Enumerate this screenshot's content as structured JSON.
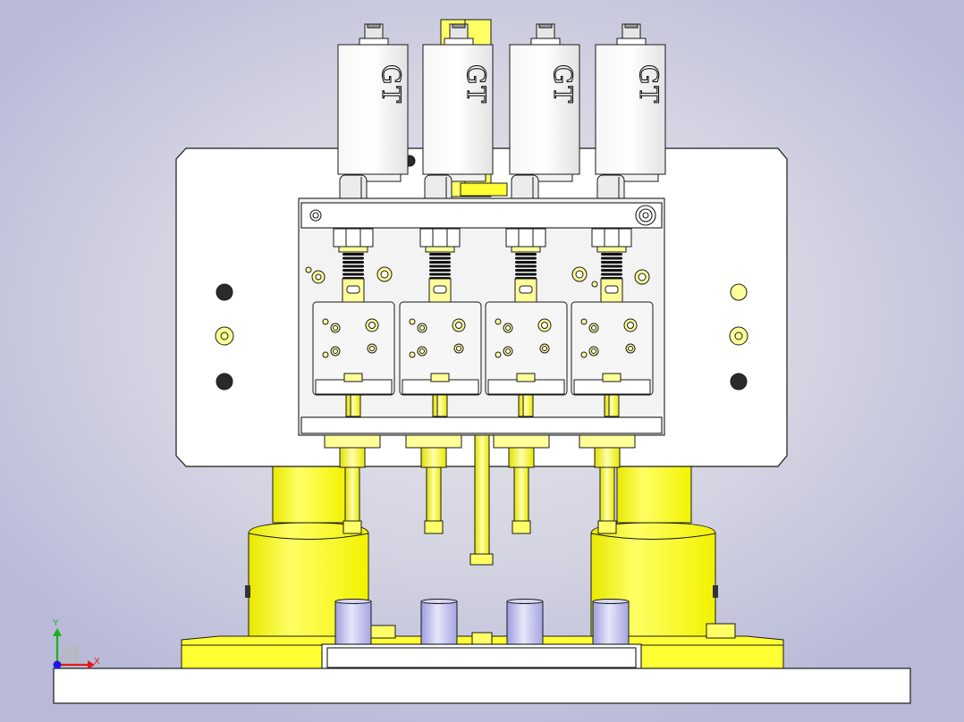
{
  "valve_label": "GT",
  "valve_count": 4,
  "triad": {
    "x_label": "X",
    "y_label": "Y"
  },
  "colors": {
    "background": "#c2c3dc",
    "plate": "#ffffff",
    "steel": "#e6e6e6",
    "yellow": "#ffff33",
    "yellow_light": "#ffff99",
    "yellow_dark": "#d9d900",
    "rod_lavender": "#b4b4e8",
    "outline": "#1a1a1a",
    "axis_x": "#e31a1a",
    "axis_y": "#1ab21a",
    "axis_z": "#1a1ae3"
  }
}
